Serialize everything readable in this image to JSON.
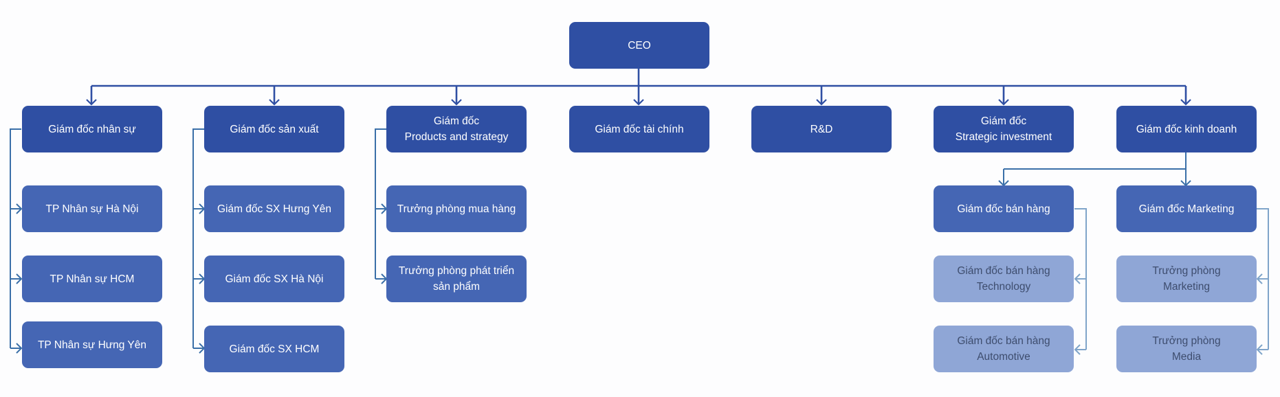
{
  "colors": {
    "level1": "#2f4fa3",
    "level2": "#4566b4",
    "level3": "#8fa6d6",
    "connector_main": "#2f4fa3",
    "connector_branch": "#3a6fa8",
    "connector_light": "#7fa4c9"
  },
  "ceo": "CEO",
  "directors": {
    "hr": "Giám đốc nhân sự",
    "production": "Giám đốc sản xuất",
    "products": "Giám đốc\nProducts and strategy",
    "finance": "Giám đốc tài chính",
    "rnd": "R&D",
    "strategic": "Giám đốc\nStrategic investment",
    "business": "Giám đốc kinh doanh"
  },
  "hr_units": [
    "TP Nhân sự Hà Nội",
    "TP Nhân sự HCM",
    "TP Nhân sự Hưng Yên"
  ],
  "production_units": [
    "Giám đốc SX Hưng Yên",
    "Giám đốc SX Hà Nội",
    "Giám đốc SX HCM"
  ],
  "products_units": [
    "Trưởng phòng mua hàng",
    "Trưởng phòng phát triển\nsản phẩm"
  ],
  "business_units": {
    "sales": "Giám đốc bán hàng",
    "marketing": "Giám đốc Marketing"
  },
  "sales_units": [
    "Giám đốc bán hàng\nTechnology",
    "Giám đốc bán hàng\nAutomotive"
  ],
  "marketing_units": [
    "Trưởng phòng\nMarketing",
    "Trưởng phòng\nMedia"
  ]
}
